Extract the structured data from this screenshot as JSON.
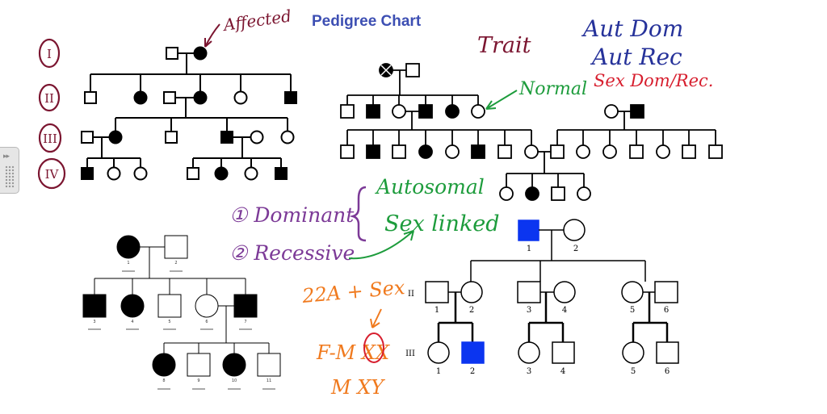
{
  "title": "Pedigree Chart",
  "annotations": {
    "affected": "Affected",
    "trait": "Trait",
    "aut_dom": "Aut Dom",
    "aut_rec": "Aut Rec",
    "normal": "Normal",
    "sex_dom_rec": "Sex Dom/Rec.",
    "dominant": "① Dominant",
    "recessive": "② Recessive",
    "autosomal": "Autosomal",
    "sex_linked": "Sex linked",
    "autosome_formula": "22A + Sex",
    "female_xx": "F-M XX",
    "male_xy": "M XY"
  },
  "generations": [
    "I",
    "II",
    "III",
    "IV"
  ],
  "chart3_labels": {
    "gen1": [
      "1",
      "2"
    ],
    "gen2": [
      "1",
      "2",
      "3",
      "4",
      "5",
      "6"
    ],
    "gen3": [
      "1",
      "2",
      "3",
      "4",
      "5",
      "6"
    ],
    "gen2_roman": "II",
    "gen3_roman": "III"
  },
  "chart4_labels": [
    "1",
    "2",
    "3",
    "4",
    "5",
    "6",
    "7",
    "8",
    "9",
    "10",
    "11"
  ],
  "colors": {
    "title_blue": "#3d4fb3",
    "maroon_ink": "#7b1530",
    "purple_ink": "#7c3a97",
    "green_ink": "#1d9c3c",
    "blue_ink": "#26329a",
    "red_ink": "#d71e2e",
    "orange_ink": "#f07a1e",
    "affected_blue": "#0b35f0"
  }
}
